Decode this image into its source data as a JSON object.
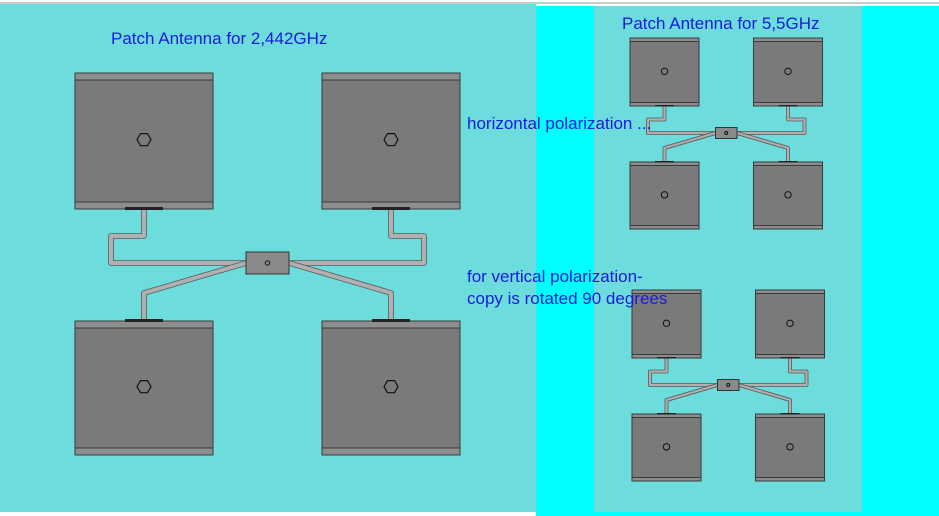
{
  "labels": {
    "left_title": "Patch Antenna for 2,442GHz",
    "right_title": "Patch Antenna for 5,5GHz",
    "horizontal": "horizontal polarization ...",
    "vertical": "for vertical polarization- copy is rotated 90 degrees"
  },
  "colors": {
    "background_cyan": "#00ffff",
    "panel": "#6cdcdc",
    "patch_fill": "#7a7a7a",
    "patch_edge": "#3a3a3a",
    "feed_line": "#b0b0b0",
    "text_blue": "#1a1adc"
  },
  "arrays": [
    {
      "name": "array-2442ghz",
      "patches": 4,
      "feed": "corporate-feed"
    },
    {
      "name": "array-5500ghz-horizontal",
      "patches": 4,
      "feed": "corporate-feed"
    },
    {
      "name": "array-5500ghz-vertical",
      "patches": 4,
      "feed": "corporate-feed"
    }
  ]
}
